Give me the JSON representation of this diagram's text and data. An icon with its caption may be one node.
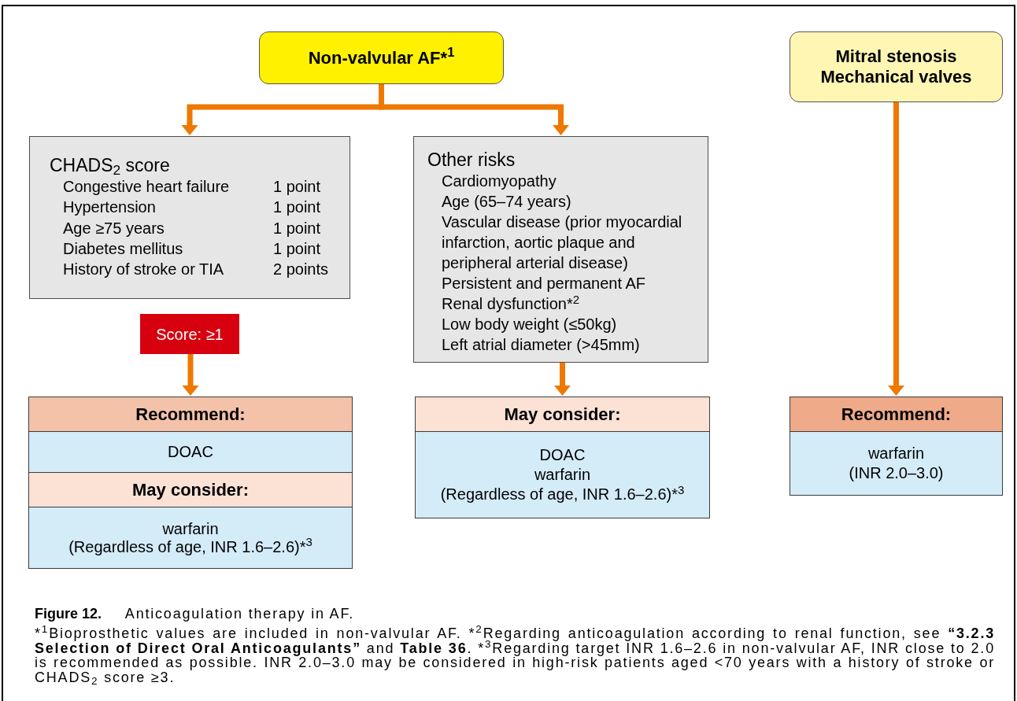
{
  "diagram": {
    "caption": "**Figure 12.** Anticoagulation therapy in AF.",
    "nodes": [
      {
        "text": [
          "Non-valvular AF*$^{1}$"
        ]
      },
      {
        "text": [
          "Mitral stenosis",
          "Mechanical valves"
        ]
      },
      {
        "text": [
          "CHADS$_{2}$ score",
          "Congestive heart failure",
          "1 point",
          "Hypertension",
          "1 point",
          "Age ≥75 years",
          "1 point",
          "Diabetes mellitus",
          "1 point",
          "History of stroke or TIA",
          "2 points"
        ]
      },
      {
        "text": [
          "Score: ≥1"
        ]
      },
      {
        "text": [
          "Recommend:"
        ]
      },
      {
        "text": [
          "DOAC"
        ]
      },
      {
        "text": [
          "May consider:"
        ]
      },
      {
        "text": [
          "warfarin",
          "(Regardless of age, INR 1.6–2.6)*$^{3}$"
        ]
      },
      {
        "text": [
          "Other risks",
          "Cardiomyopathy",
          "Age (65–74 years)",
          "Vascular disease (prior myocardial infarction, aortic plaque and peripheral arterial disease)",
          "Persistent and permanent AF",
          "Renal dysfunction*$^{2}$",
          "Low body weight (≤50kg)",
          "Left atrial diameter (>45mm)"
        ]
      },
      {
        "text": [
          "May consider:"
        ]
      },
      {
        "text": [
          "DOAC",
          "warfarin",
          "(Regardless of age, INR 1.6–2.6)*$^{3}$"
        ]
      },
      {
        "text": [
          "Recommend:"
        ]
      },
      {
        "text": [
          "warfarin",
          "(INR 2.0–3.0)"
        ]
      }
    ],
    "edges": [
      {
        "from": 0,
        "to": 2,
        "arrow": "to"
      },
      {
        "from": 0,
        "to": 8,
        "arrow": "to"
      },
      {
        "from": 3,
        "to": 4,
        "arrow": "to"
      },
      {
        "from": 8,
        "to": 9,
        "arrow": "to"
      },
      {
        "from": 1,
        "to": 11,
        "arrow": "to"
      }
    ],
    "labels": [
      "*$^{1}$Bioprosthetic values are included in non-valvular AF. *$^{2}$Regarding anticoagulation according to renal function, see **“3.2.3 Selection of Direct Oral Anticoagulants”** and **Table 36**. *$^{3}$Regarding target INR 1.6–2.6 in non-valvular AF, INR close to 2.0 is recommended as possible. INR 2.0–3.0 may be considered in high-risk patients aged <70 years with a history of stroke or CHADS$_{2}$ score ≥3."
    ]
  }
}
